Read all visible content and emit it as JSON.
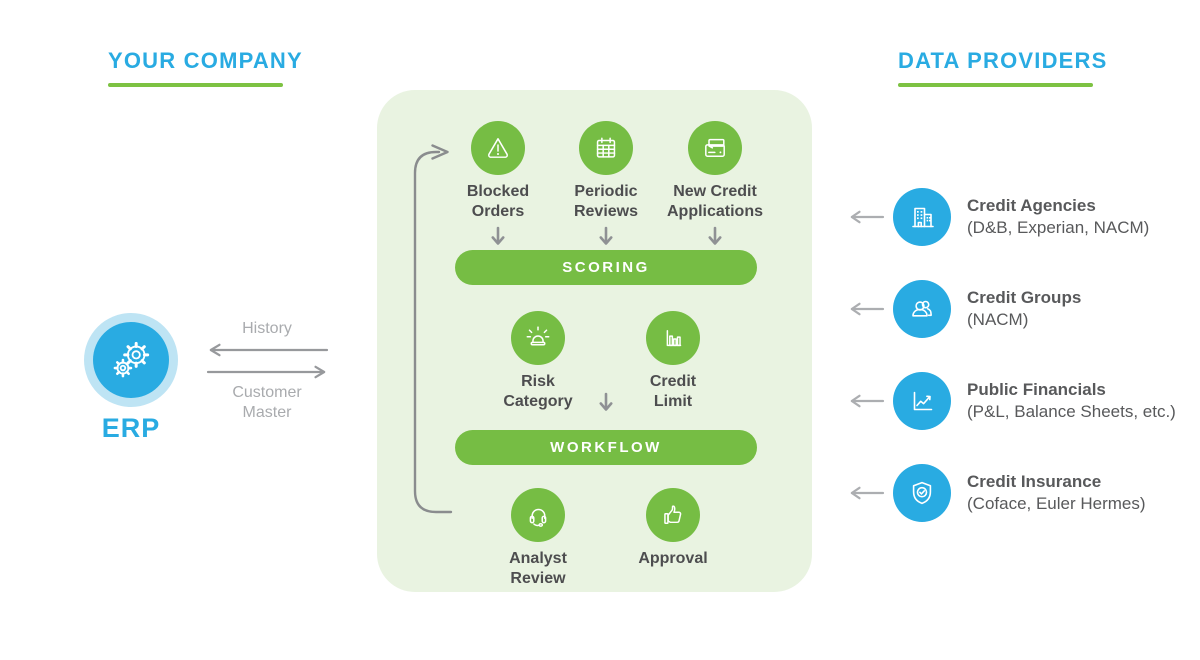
{
  "colors": {
    "brand-blue": "#29ABE2",
    "brand-green": "#76BD44",
    "panel-bg": "#E9F3E1",
    "halo-blue": "#BEE4F4",
    "underline-green": "#7DC242",
    "label-dark": "#4D4D4F",
    "provider-text": "#58595B",
    "arrow-gray": "#8F9194",
    "arrow-light": "#ACAEB1",
    "muted-text": "#A9ABAE"
  },
  "headings": {
    "company": "YOUR COMPANY",
    "providers": "DATA PROVIDERS"
  },
  "erp": {
    "label": "ERP"
  },
  "exchange": {
    "history": "History",
    "customer_master": "Customer\nMaster"
  },
  "panel": {
    "triggers": [
      {
        "label": "Blocked\nOrders",
        "icon": "warning-triangle-icon"
      },
      {
        "label": "Periodic\nReviews",
        "icon": "calendar-icon"
      },
      {
        "label": "New Credit\nApplications",
        "icon": "wallet-icon"
      }
    ],
    "scoring": "SCORING",
    "scoring_outputs": [
      {
        "label": "Risk\nCategory",
        "icon": "alarm-icon"
      },
      {
        "label": "Credit\nLimit",
        "icon": "bar-chart-icon"
      }
    ],
    "workflow": "WORKFLOW",
    "workflow_steps": [
      {
        "label": "Analyst\nReview",
        "icon": "headset-icon"
      },
      {
        "label": "Approval",
        "icon": "thumbs-up-icon"
      }
    ]
  },
  "providers": [
    {
      "title": "Credit Agencies",
      "subtitle": "(D&B, Experian, NACM)",
      "icon": "building-icon"
    },
    {
      "title": "Credit Groups",
      "subtitle": "(NACM)",
      "icon": "people-group-icon"
    },
    {
      "title": "Public Financials",
      "subtitle": "(P&L, Balance Sheets, etc.)",
      "icon": "line-chart-icon"
    },
    {
      "title": "Credit Insurance",
      "subtitle": "(Coface, Euler Hermes)",
      "icon": "shield-check-icon"
    }
  ]
}
